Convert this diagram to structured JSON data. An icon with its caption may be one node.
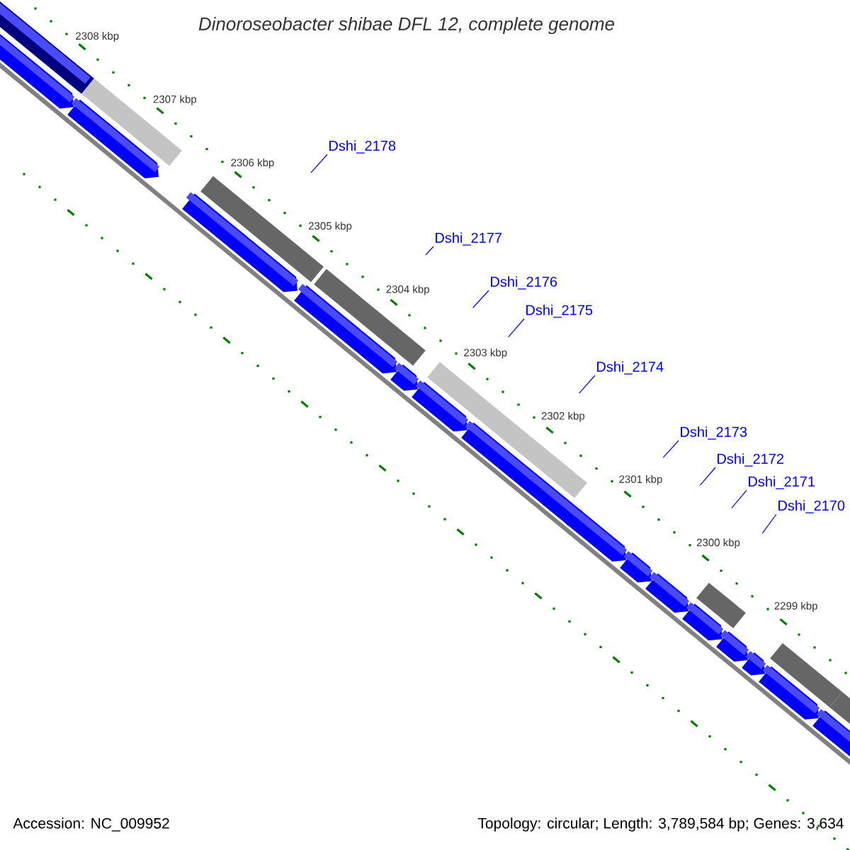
{
  "diagram": {
    "title": "*Dinoroseobacter shibae* DFL 12, complete genome",
    "nodes": [
      {
        "text": [
          "Dshi_2178"
        ]
      },
      {
        "text": [
          "Dshi_2177"
        ]
      },
      {
        "text": [
          "Dshi_2176"
        ]
      },
      {
        "text": [
          "Dshi_2175"
        ]
      },
      {
        "text": [
          "Dshi_2174"
        ]
      },
      {
        "text": [
          "Dshi_2173"
        ]
      },
      {
        "text": [
          "Dshi_2172"
        ]
      },
      {
        "text": [
          "Dshi_2171"
        ]
      },
      {
        "text": [
          "Dshi_2170"
        ]
      }
    ],
    "edges": [
      {
        "from": 0,
        "to": null,
        "arrow": "none"
      },
      {
        "from": 1,
        "to": null,
        "arrow": "none"
      },
      {
        "from": 2,
        "to": null,
        "arrow": "none"
      },
      {
        "from": 3,
        "to": null,
        "arrow": "none"
      },
      {
        "from": 4,
        "to": null,
        "arrow": "none"
      },
      {
        "from": 5,
        "to": null,
        "arrow": "none"
      },
      {
        "from": 6,
        "to": null,
        "arrow": "none"
      },
      {
        "from": 7,
        "to": null,
        "arrow": "none"
      },
      {
        "from": 8,
        "to": null,
        "arrow": "none"
      }
    ],
    "labels": [
      "2308 kbp",
      "2307 kbp",
      "2306 kbp",
      "2305 kbp",
      "2304 kbp",
      "2303 kbp",
      "2302 kbp",
      "2301 kbp",
      "2300 kbp",
      "2299 kbp",
      "Accession: NC_009952",
      "Topology: circular; Length: 3,789,584 bp; Genes: 3,634"
    ]
  }
}
